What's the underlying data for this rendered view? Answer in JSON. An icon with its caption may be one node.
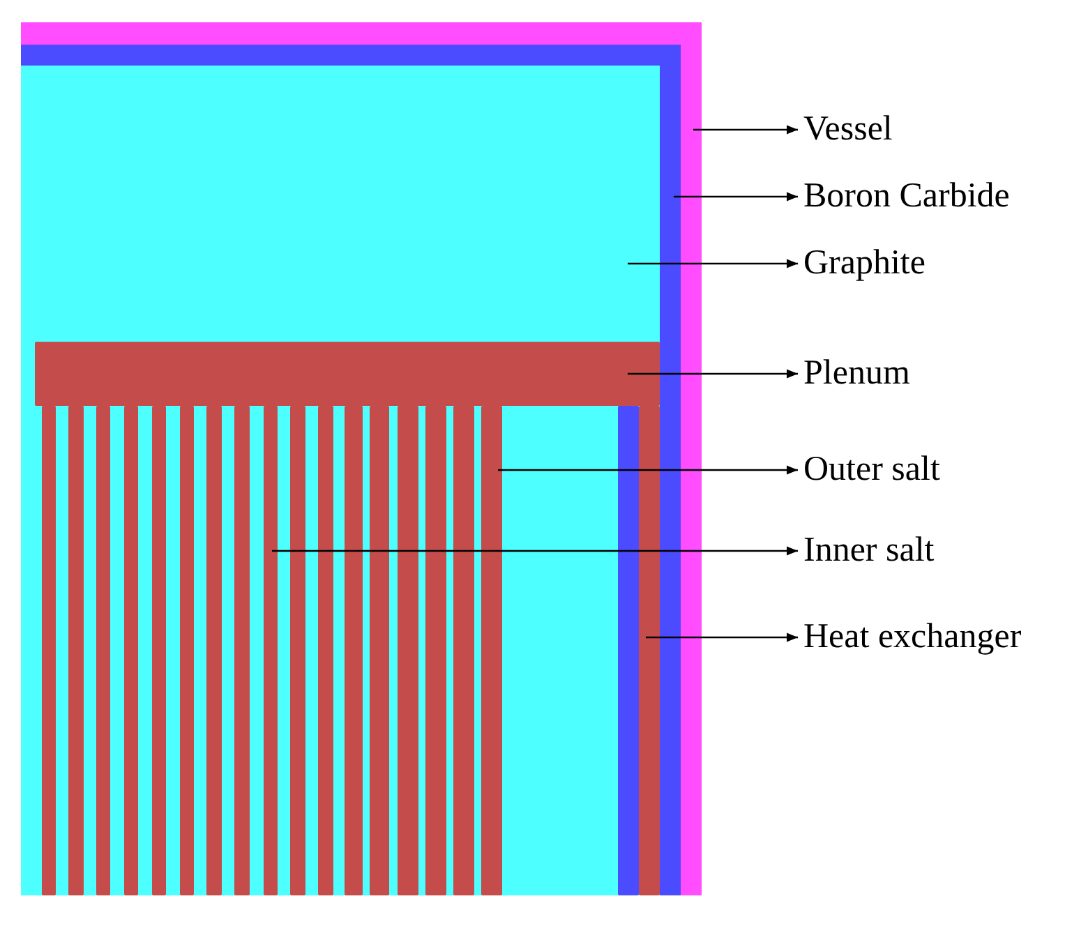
{
  "diagram": {
    "nodes": [
      {
        "text": [],
        "shape": "box"
      },
      {
        "text": [],
        "shape": "box",
        "in": 0
      },
      {
        "text": [],
        "shape": "box",
        "in": 1
      },
      {
        "text": [],
        "shape": "bar",
        "in": 2
      },
      {
        "text": [],
        "shape": "bar",
        "in": 2
      },
      {
        "text": [],
        "shape": "bar",
        "in": 2
      },
      {
        "text": [],
        "shape": "bar",
        "in": 2
      },
      {
        "text": [],
        "shape": "bar",
        "in": 2
      },
      {
        "text": [],
        "shape": "bar",
        "in": 2
      },
      {
        "text": [],
        "shape": "bar",
        "in": 2
      },
      {
        "text": [],
        "shape": "bar",
        "in": 2
      },
      {
        "text": [],
        "shape": "bar",
        "in": 2
      },
      {
        "text": [],
        "shape": "bar",
        "in": 2
      },
      {
        "text": [],
        "shape": "bar",
        "in": 2
      },
      {
        "text": [],
        "shape": "bar",
        "in": 2
      },
      {
        "text": [],
        "shape": "bar",
        "in": 2
      },
      {
        "text": [],
        "shape": "bar",
        "in": 2
      },
      {
        "text": [],
        "shape": "bar",
        "in": 2
      },
      {
        "text": [],
        "shape": "bar",
        "in": 2
      },
      {
        "text": [],
        "shape": "bar",
        "in": 2
      },
      {
        "text": [],
        "shape": "bar",
        "in": 2
      },
      {
        "text": [],
        "shape": "bar",
        "in": 2
      },
      {
        "text": [],
        "shape": "bar",
        "in": 2
      },
      {
        "text": [
          "Vessel"
        ]
      },
      {
        "text": [
          "Boron Carbide"
        ]
      },
      {
        "text": [
          "Graphite"
        ]
      },
      {
        "text": [
          "Plenum"
        ]
      },
      {
        "text": [
          "Outer salt"
        ]
      },
      {
        "text": [
          "Inner salt"
        ]
      },
      {
        "text": [
          "Heat exchanger"
        ]
      }
    ],
    "edges": [
      {
        "from": 0,
        "to": 23,
        "arrow": "to"
      },
      {
        "from": 1,
        "to": 24,
        "arrow": "to"
      },
      {
        "from": 2,
        "to": 25,
        "arrow": "to"
      },
      {
        "from": 3,
        "to": 26,
        "arrow": "to"
      },
      {
        "from": 20,
        "to": 27,
        "arrow": "to"
      },
      {
        "from": 12,
        "to": 28,
        "arrow": "to"
      },
      {
        "from": 22,
        "to": 29,
        "arrow": "to"
      }
    ]
  }
}
